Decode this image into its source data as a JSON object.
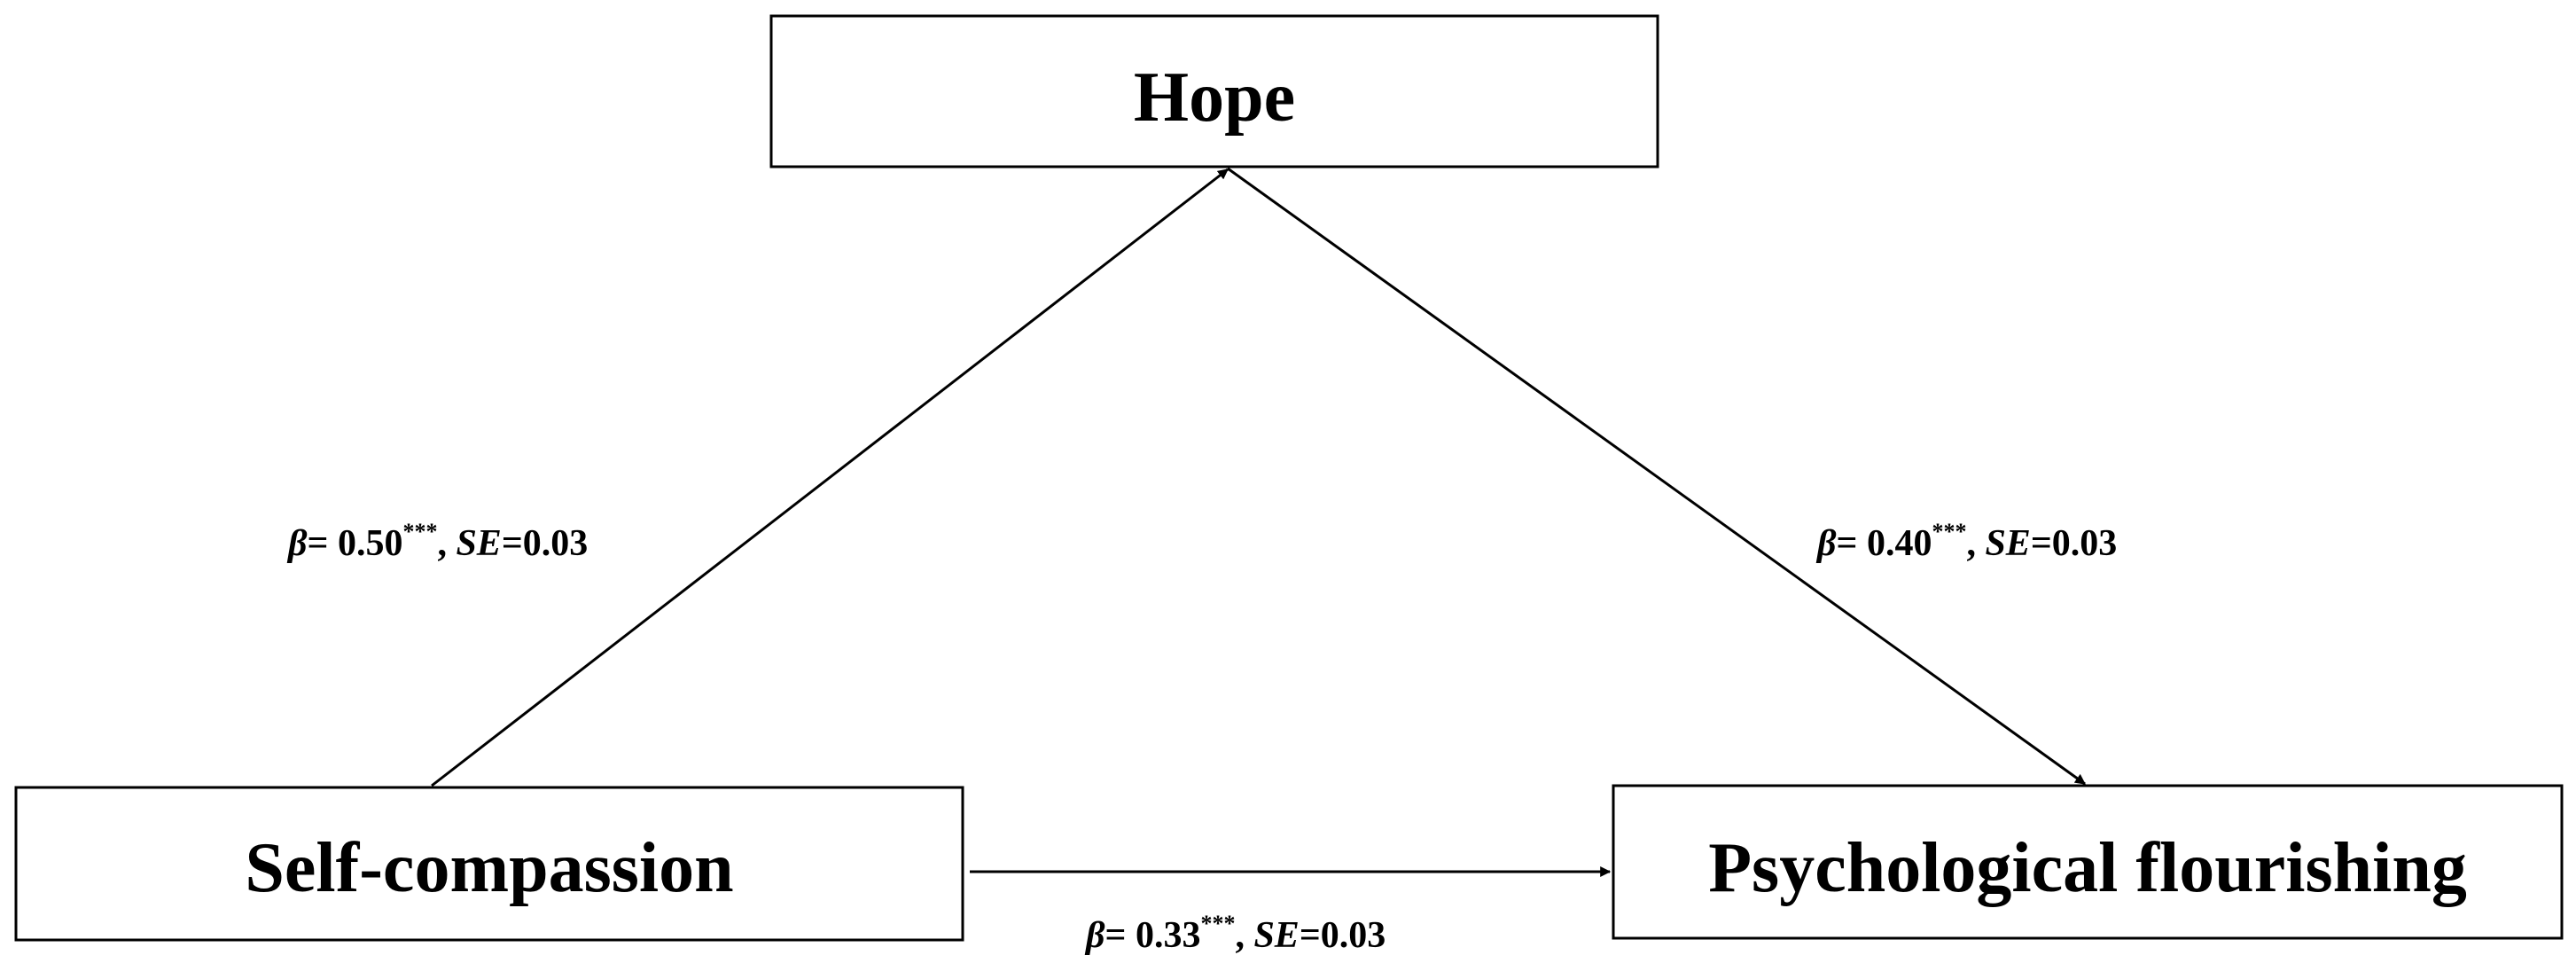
{
  "nodes": {
    "hope": "Hope",
    "self_compassion": "Self-compassion",
    "flourishing": "Psychological flourishing"
  },
  "paths": {
    "a": {
      "beta_symbol": "β",
      "beta_value": "= 0.50",
      "stars": "***",
      "sep": ", ",
      "se_symbol": "SE",
      "se_value": "=0.03"
    },
    "b": {
      "beta_symbol": "β",
      "beta_value": "= 0.40",
      "stars": "***",
      "sep": ", ",
      "se_symbol": "SE",
      "se_value": "=0.03"
    },
    "c": {
      "beta_symbol": "β",
      "beta_value": "= 0.33",
      "stars": "***",
      "sep": ", ",
      "se_symbol": "SE",
      "se_value": "=0.03"
    }
  }
}
